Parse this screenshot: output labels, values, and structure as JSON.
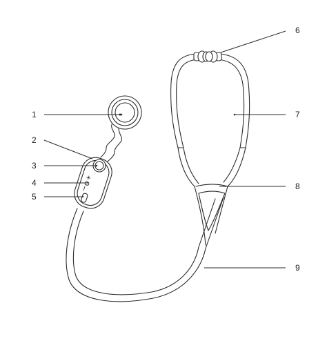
{
  "callouts": [
    {
      "id": "1",
      "label": "1"
    },
    {
      "id": "2",
      "label": "2"
    },
    {
      "id": "3",
      "label": "3"
    },
    {
      "id": "4",
      "label": "4"
    },
    {
      "id": "5",
      "label": "5"
    },
    {
      "id": "6",
      "label": "6"
    },
    {
      "id": "7",
      "label": "7"
    },
    {
      "id": "8",
      "label": "8"
    },
    {
      "id": "9",
      "label": "9"
    }
  ],
  "control_symbols": {
    "minus": "–",
    "dot": "o",
    "plus": "+"
  },
  "colors": {
    "line": "#2b2b2b",
    "background": "#ffffff"
  }
}
